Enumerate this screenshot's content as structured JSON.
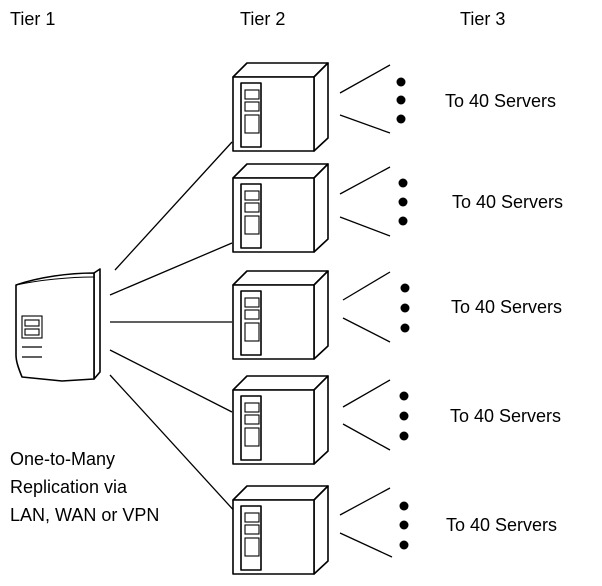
{
  "tiers": {
    "tier1": "Tier 1",
    "tier2": "Tier 2",
    "tier3": "Tier 3"
  },
  "tier2_servers": [
    {
      "caption": "To 40 Servers"
    },
    {
      "caption": "To 40 Servers"
    },
    {
      "caption": "To 40 Servers"
    },
    {
      "caption": "To 40 Servers"
    },
    {
      "caption": "To 40 Servers"
    }
  ],
  "replication_caption": {
    "line1": "One-to-Many",
    "line2": "Replication via",
    "line3": "LAN, WAN or VPN"
  },
  "icons": {
    "tier1_server": "mainframe-server-icon",
    "tier2_server": "tower-server-icon",
    "ellipsis": "vertical-ellipsis-icon"
  }
}
